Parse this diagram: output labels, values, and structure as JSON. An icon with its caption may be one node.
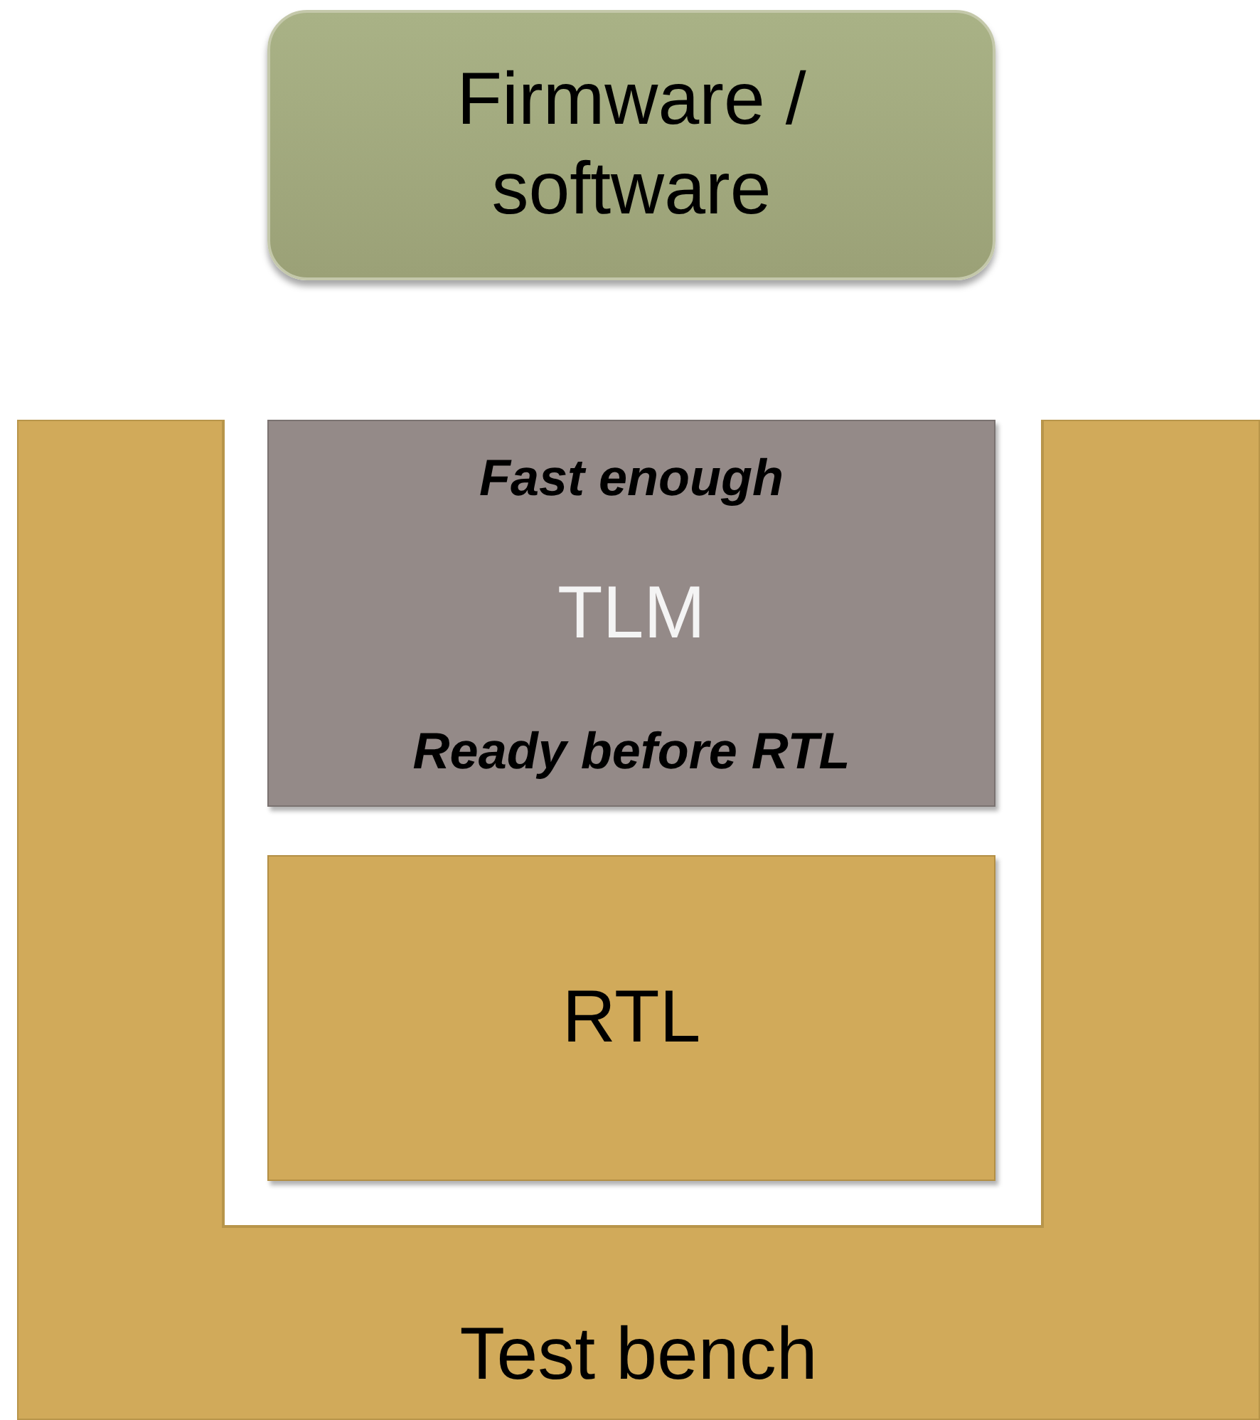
{
  "diagram": {
    "nodes": [
      {
        "text": [
          "Firmware / software"
        ]
      },
      {
        "text": [
          "Test bench"
        ]
      },
      {
        "text": [
          "Fast enough",
          "TLM",
          "Ready before RTL"
        ]
      },
      {
        "text": [
          "RTL"
        ]
      }
    ]
  }
}
